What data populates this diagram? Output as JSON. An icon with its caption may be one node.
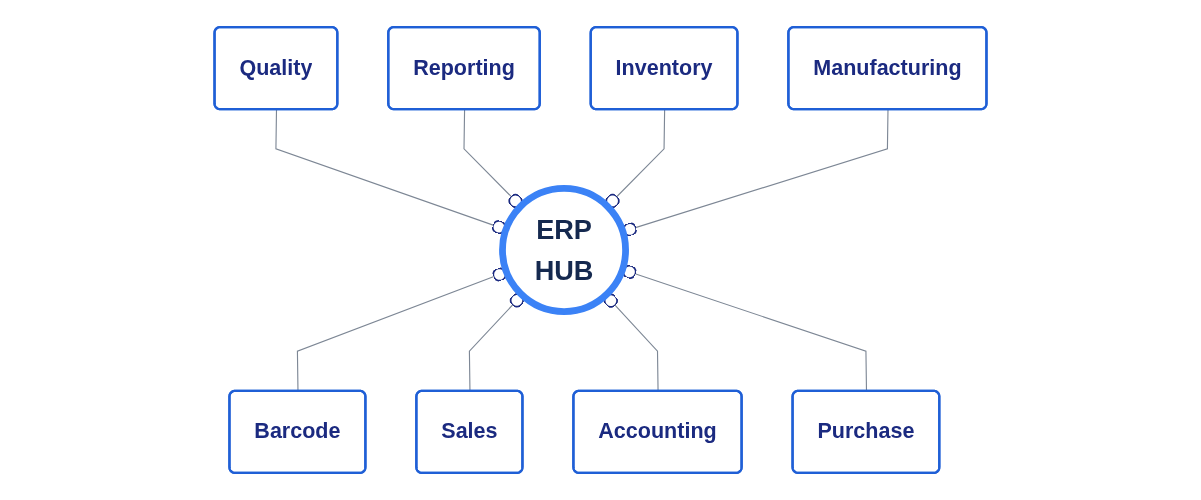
{
  "diagram": {
    "nodes": [
      {
        "text": [
          "Inventory"
        ]
      },
      {
        "text": [
          "Reporting"
        ]
      },
      {
        "text": [
          "Manufacturing"
        ]
      },
      {
        "text": [
          "Quality"
        ]
      },
      {
        "text": [
          "ERP",
          "HUB"
        ]
      },
      {
        "text": [
          "Purchase"
        ]
      },
      {
        "text": [
          "Barcode"
        ]
      },
      {
        "text": [
          "Accounting"
        ]
      },
      {
        "text": [
          "Sales"
        ]
      }
    ],
    "edges": [
      {
        "from": 4,
        "to": 3,
        "arrow": "other"
      },
      {
        "from": 4,
        "to": 1,
        "arrow": "other"
      },
      {
        "from": 4,
        "to": 0,
        "arrow": "other"
      },
      {
        "from": 4,
        "to": 2,
        "arrow": "other"
      },
      {
        "from": 4,
        "to": 6,
        "arrow": "other"
      },
      {
        "from": 4,
        "to": 8,
        "arrow": "other"
      },
      {
        "from": 4,
        "to": 7,
        "arrow": "other"
      },
      {
        "from": 4,
        "to": 5,
        "arrow": "other"
      }
    ]
  }
}
